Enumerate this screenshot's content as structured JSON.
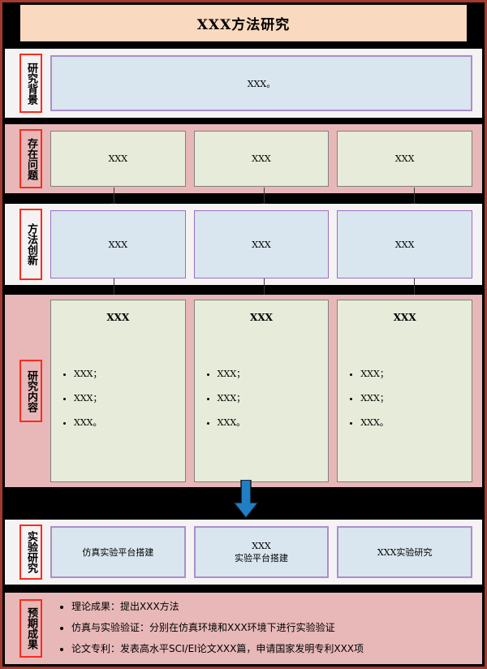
{
  "poster": {
    "title": "XXX方法研究",
    "accent_border": "#a33a30",
    "label_border": "#fc2b1e",
    "band_pink": "#e8b8b8",
    "band_white": "#f4f2f2",
    "title_bg": "#f9d9bf",
    "card_green": "#e6ecd9",
    "card_blue": "#d9e6ef",
    "arrow_blue": "#1f7ec4"
  },
  "sections": {
    "background": {
      "label": "研究背景",
      "text": "XXX。"
    },
    "problems": {
      "label": "存在问题",
      "cards": [
        "XXX",
        "XXX",
        "XXX"
      ]
    },
    "innovation": {
      "label": "方法创新",
      "cards": [
        "XXX",
        "XXX",
        "XXX"
      ]
    },
    "content": {
      "label": "研究内容",
      "columns": [
        {
          "heading": "XXX",
          "bullets": [
            "XXX；",
            "XXX；",
            "XXX。"
          ]
        },
        {
          "heading": "XXX",
          "bullets": [
            "XXX；",
            "XXX；",
            "XXX。"
          ]
        },
        {
          "heading": "XXX",
          "bullets": [
            "XXX；",
            "XXX；",
            "XXX。"
          ]
        }
      ]
    },
    "experiment": {
      "label": "实验研究",
      "cards": [
        {
          "line1": "仿真实验平台搭建",
          "line2": ""
        },
        {
          "line1": "XXX",
          "line2": "实验平台搭建"
        },
        {
          "line1": "XXX实验研究",
          "line2": ""
        }
      ]
    },
    "results": {
      "label": "预期成果",
      "bullets": [
        "理论成果：提出XXX方法",
        "仿真与实验验证：分别在仿真环境和XXX环境下进行实验验证",
        "论文专利：发表高水平SCI/EI论文XXX篇，申请国家发明专利XXX项"
      ]
    }
  }
}
